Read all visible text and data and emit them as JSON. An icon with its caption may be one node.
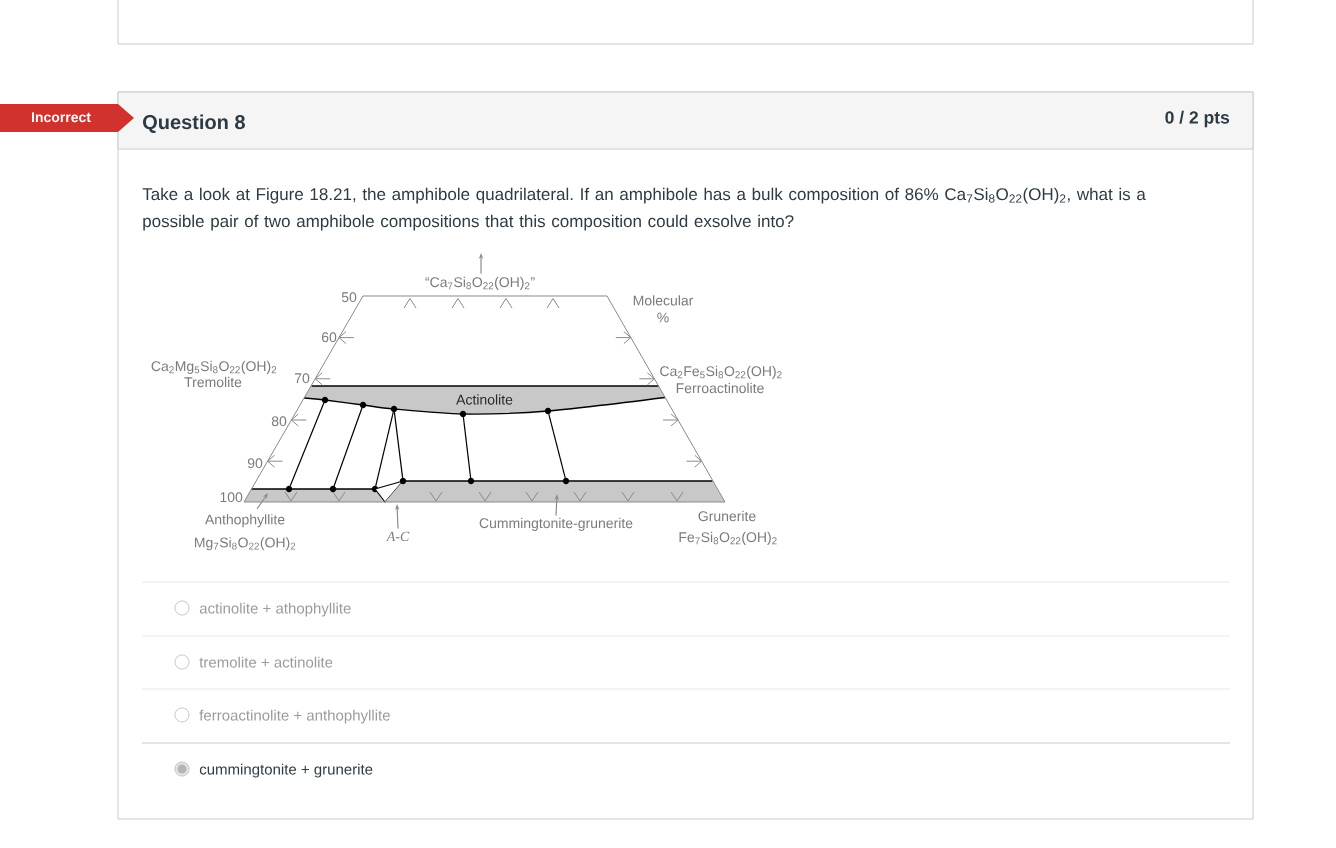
{
  "diagram": {
    "title": "Question 8",
    "nodes": [
      {
        "text": [
          "“Ca$_{7}$Si$_{8}$O$_{22}$(OH)$_{2}$”"
        ]
      },
      {
        "text": [
          "Actinolite"
        ]
      },
      {
        "text": [],
        "shape": "band"
      },
      {
        "text": [],
        "shape": "triangle"
      },
      {
        "text": [],
        "shape": "band"
      },
      {
        "text": [
          "Anthophyllite",
          "Mg$_{7}$Si$_{8}$O$_{22}$(OH)$_{2}$"
        ]
      },
      {
        "text": [
          "A-C"
        ]
      },
      {
        "text": [
          "Cummingtonite-grunerite"
        ]
      }
    ],
    "edges": [
      {
        "from": 0,
        "to": null,
        "arrow": "to",
        "color": "#8c8c8c"
      },
      {
        "from": 1,
        "to": 2,
        "arrow": "none"
      },
      {
        "from": 1,
        "to": 2,
        "arrow": "none"
      },
      {
        "from": 1,
        "to": 2,
        "arrow": "none"
      },
      {
        "from": 1,
        "to": 4,
        "arrow": "none"
      },
      {
        "from": 1,
        "to": 4,
        "arrow": "none"
      },
      {
        "from": 1,
        "to": 4,
        "arrow": "none"
      },
      {
        "from": 5,
        "to": 2,
        "arrow": "to",
        "color": "#8c8c8c"
      },
      {
        "from": 6,
        "to": 3,
        "arrow": "to",
        "color": "#8c8c8c"
      },
      {
        "from": 7,
        "to": 4,
        "arrow": "to",
        "color": "#8c8c8c"
      }
    ],
    "labels": [
      "Incorrect",
      "0 / 2 pts",
      "Take a look at Figure 18.21, the amphibole quadrilateral. If an amphibole has a bulk composition of 86% Ca$_{7}$Si$_{8}$O$_{22}$(OH)$_{2}$, what is a possible pair of two amphibole compositions that this composition could exsolve into?",
      "50",
      "Molecular %",
      "60",
      "Ca$_{2}$Mg$_{5}$Si$_{8}$O$_{22}$(OH)$_{2}$",
      "Tremolite",
      "70",
      "Ca$_{2}$Fe$_{5}$Si$_{8}$O$_{22}$(OH)$_{2}$",
      "Ferroactinolite",
      "80",
      "90",
      "100",
      "Grunerite",
      "Fe$_{7}$Si$_{8}$O$_{22}$(OH)$_{2}$",
      "actinolite + athophyllite",
      "tremolite + actinolite",
      "ferroactinolite + anthophyllite",
      "cummingtonite + grunerite"
    ]
  }
}
